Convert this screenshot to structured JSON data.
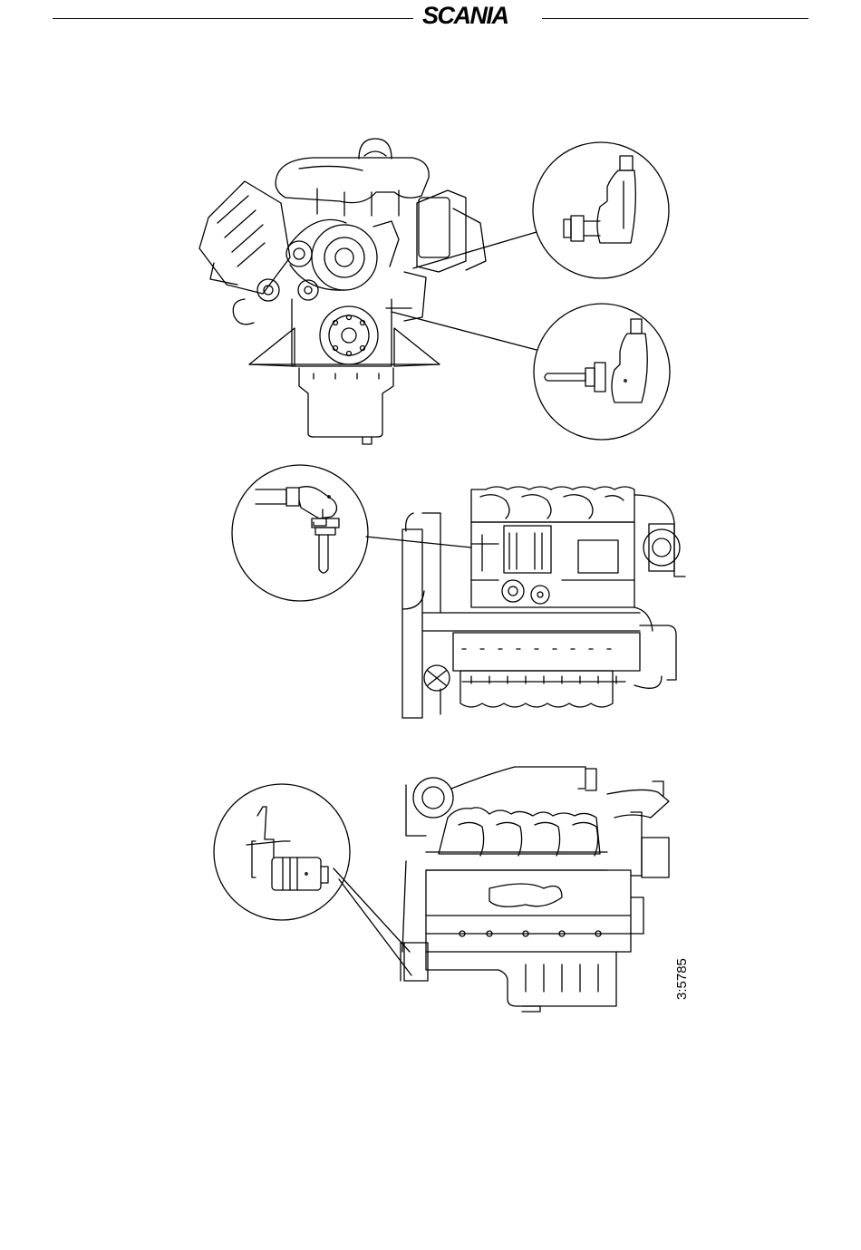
{
  "header": {
    "brand": "SCANIA"
  },
  "figure": {
    "id": "3:5785"
  },
  "colors": {
    "line": "#000000",
    "background": "#ffffff"
  },
  "illustrations": [
    {
      "name": "engine-front-view",
      "icon": "engine-front-icon"
    },
    {
      "name": "engine-top-view",
      "icon": "engine-top-icon"
    },
    {
      "name": "engine-side-view",
      "icon": "engine-side-icon"
    }
  ],
  "details": [
    {
      "name": "sensor-detail-angled-connector",
      "icon": "sensor-connector-icon"
    },
    {
      "name": "sensor-detail-probe",
      "icon": "temperature-sensor-icon"
    },
    {
      "name": "sensor-detail-top-probe",
      "icon": "temperature-sensor-icon"
    },
    {
      "name": "sensor-detail-speed-sensor",
      "icon": "speed-sensor-icon"
    }
  ]
}
